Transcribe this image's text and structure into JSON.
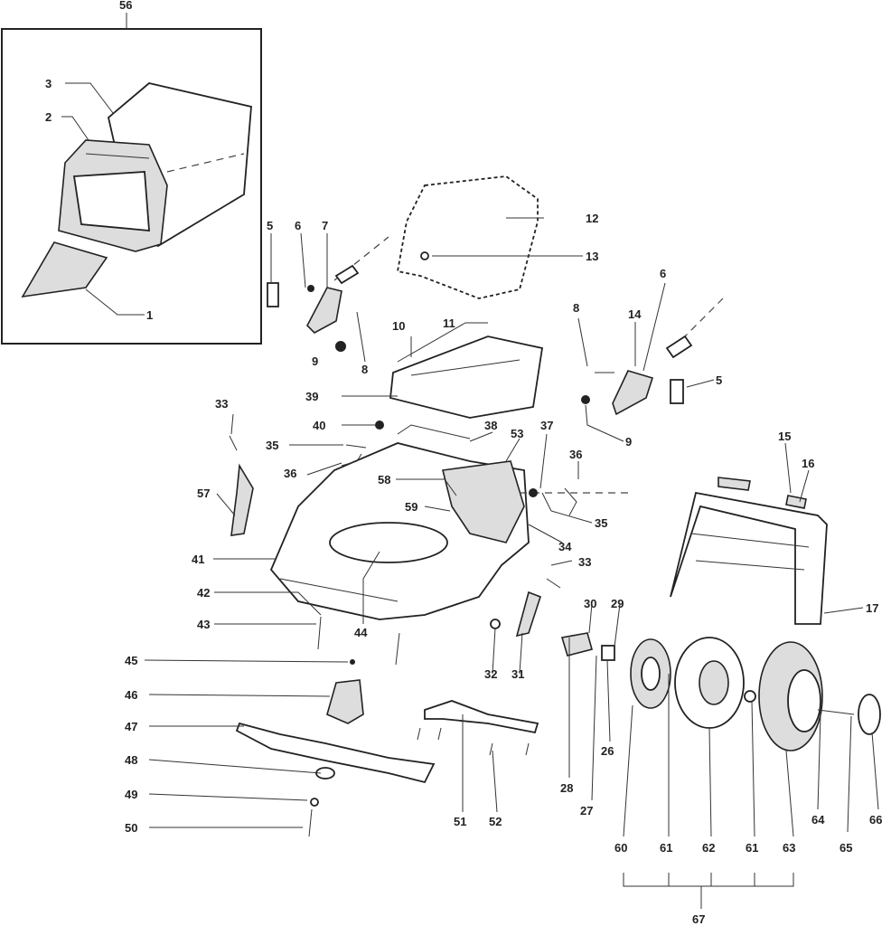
{
  "callouts": {
    "c1": "1",
    "c2": "2",
    "c3": "3",
    "c5a": "5",
    "c5b": "5",
    "c6a": "6",
    "c6b": "6",
    "c7": "7",
    "c8a": "8",
    "c8b": "8",
    "c9a": "9",
    "c9b": "9",
    "c10": "10",
    "c11": "11",
    "c12": "12",
    "c13": "13",
    "c14": "14",
    "c15": "15",
    "c16": "16",
    "c17": "17",
    "c26": "26",
    "c27": "27",
    "c28": "28",
    "c29": "29",
    "c30": "30",
    "c31": "31",
    "c32": "32",
    "c33a": "33",
    "c33b": "33",
    "c34": "34",
    "c35a": "35",
    "c35b": "35",
    "c36a": "36",
    "c36b": "36",
    "c37": "37",
    "c38": "38",
    "c39": "39",
    "c40": "40",
    "c41": "41",
    "c42": "42",
    "c43": "43",
    "c44": "44",
    "c45": "45",
    "c46": "46",
    "c47": "47",
    "c48": "48",
    "c49": "49",
    "c50": "50",
    "c51": "51",
    "c52": "52",
    "c53": "53",
    "c56": "56",
    "c57": "57",
    "c58": "58",
    "c59": "59",
    "c60": "60",
    "c61a": "61",
    "c61b": "61",
    "c62": "62",
    "c63": "63",
    "c64": "64",
    "c65": "65",
    "c66": "66",
    "c67": "67"
  }
}
